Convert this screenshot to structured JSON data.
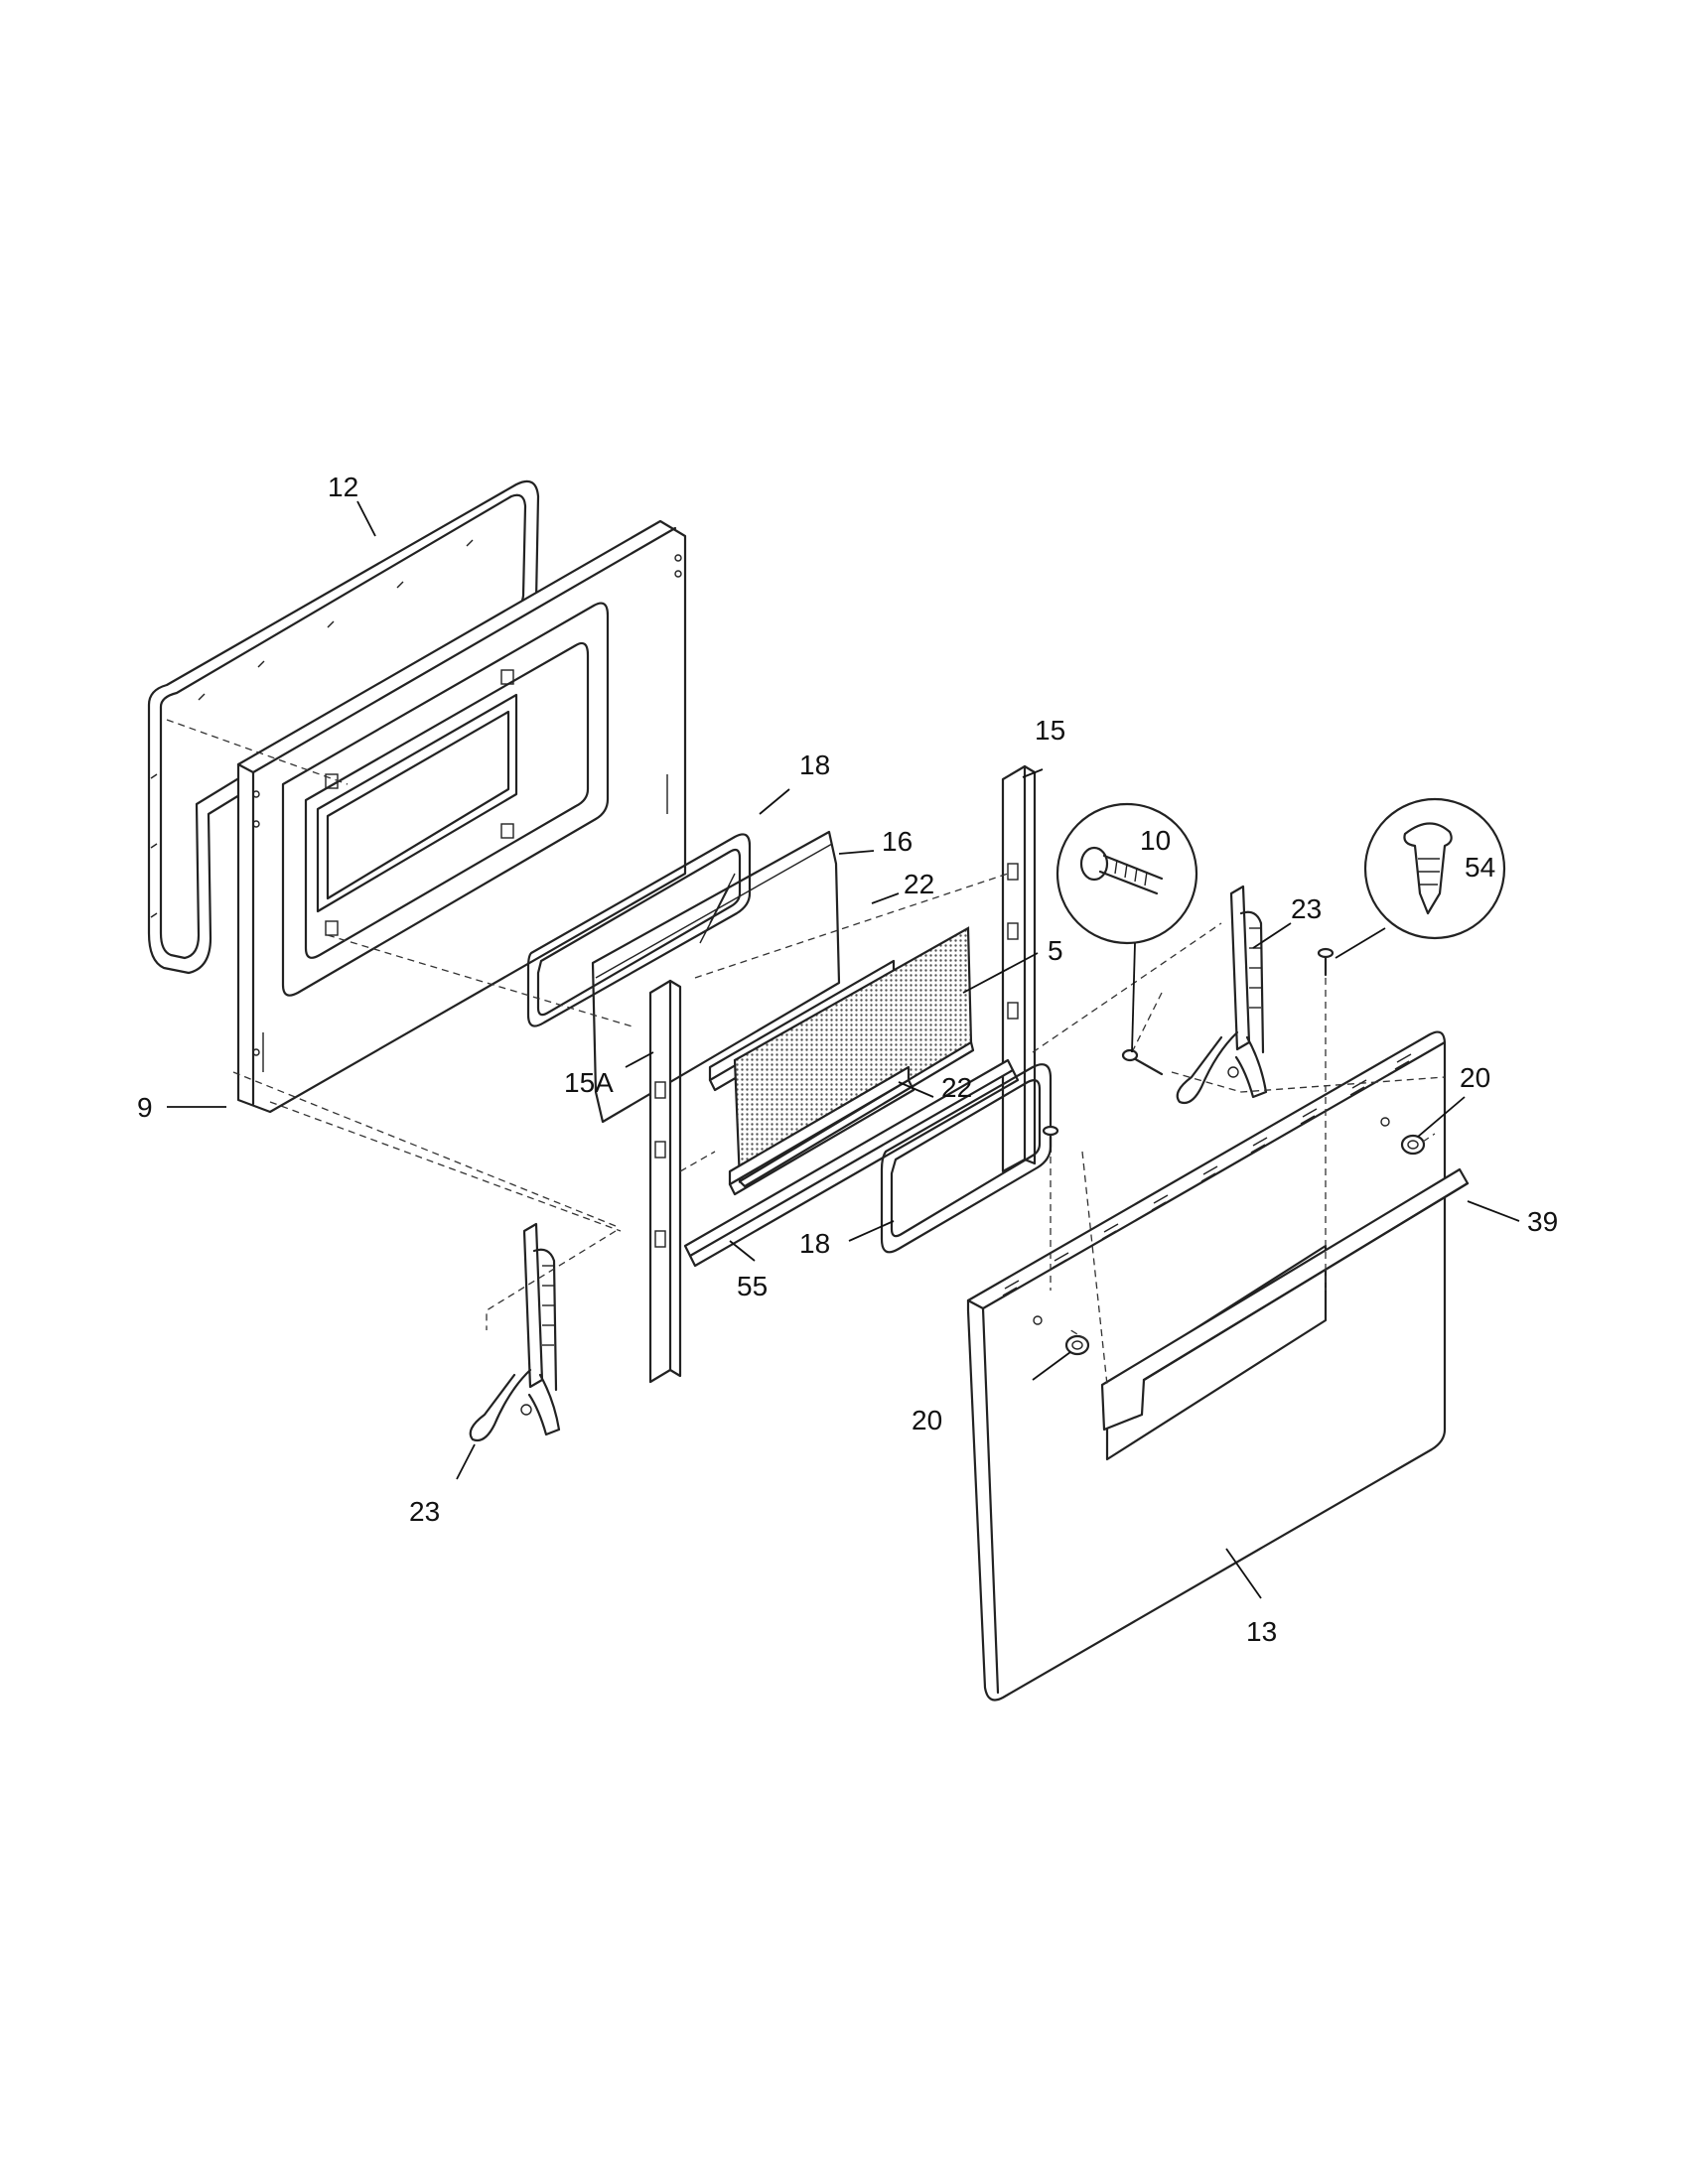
{
  "callouts": [
    {
      "id": "c12",
      "label": "12"
    },
    {
      "id": "c9",
      "label": "9"
    },
    {
      "id": "c18a",
      "label": "18"
    },
    {
      "id": "c16",
      "label": "16"
    },
    {
      "id": "c15",
      "label": "15"
    },
    {
      "id": "c22a",
      "label": "22"
    },
    {
      "id": "c5",
      "label": "5"
    },
    {
      "id": "c22b",
      "label": "22"
    },
    {
      "id": "c15a",
      "label": "15A"
    },
    {
      "id": "c18b",
      "label": "18"
    },
    {
      "id": "c55",
      "label": "55"
    },
    {
      "id": "c10",
      "label": "10"
    },
    {
      "id": "c54",
      "label": "54"
    },
    {
      "id": "c23a",
      "label": "23"
    },
    {
      "id": "c20a",
      "label": "20"
    },
    {
      "id": "c39",
      "label": "39"
    },
    {
      "id": "c20b",
      "label": "20"
    },
    {
      "id": "c23b",
      "label": "23"
    },
    {
      "id": "c13",
      "label": "13"
    }
  ]
}
